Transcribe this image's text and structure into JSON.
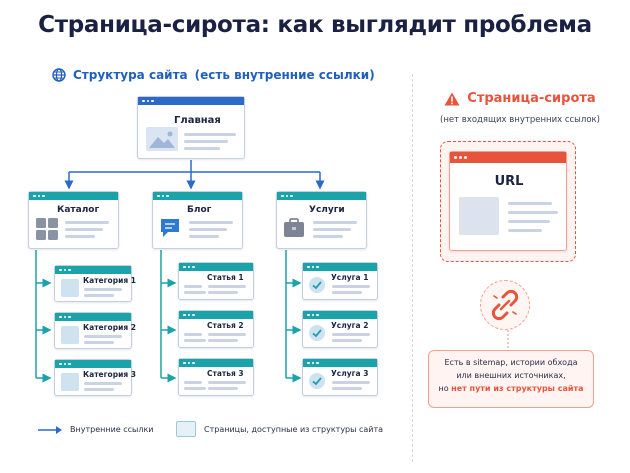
{
  "title": "Страница-сирота: как выглядит проблема",
  "structure": {
    "heading": "Структура сайта",
    "subheading": "(есть внутренние ссылки)",
    "home": {
      "label": "Главная"
    },
    "sections": [
      {
        "label": "Каталог",
        "icon": "grid-icon",
        "children": [
          "Категория 1",
          "Категория 2",
          "Категория 3"
        ]
      },
      {
        "label": "Блог",
        "icon": "chat-bubble-icon",
        "children": [
          "Статья 1",
          "Статья 2",
          "Статья 3"
        ]
      },
      {
        "label": "Услуги",
        "icon": "briefcase-icon",
        "children": [
          "Услуга 1",
          "Услуга 2",
          "Услуга 3"
        ]
      }
    ]
  },
  "orphan": {
    "heading": "Страница-сирота",
    "subtitle": "(нет входящих внутренних ссылок)",
    "page_label": "URL",
    "icon": "broken-link-icon",
    "note_line1": "Есть в sitemap, истории обхода",
    "note_line2": "или внешних источниках,",
    "note_line3_prefix": "но",
    "note_line3_highlight": "нет пути из структуры сайта"
  },
  "legend": {
    "links": "Внутренние ссылки",
    "pages": "Страницы, доступные из структуры сайта"
  },
  "colors": {
    "accent_blue": "#2c69c9",
    "teal": "#1aa3a8",
    "orphan_red": "#e8533c",
    "title": "#1b2142"
  }
}
